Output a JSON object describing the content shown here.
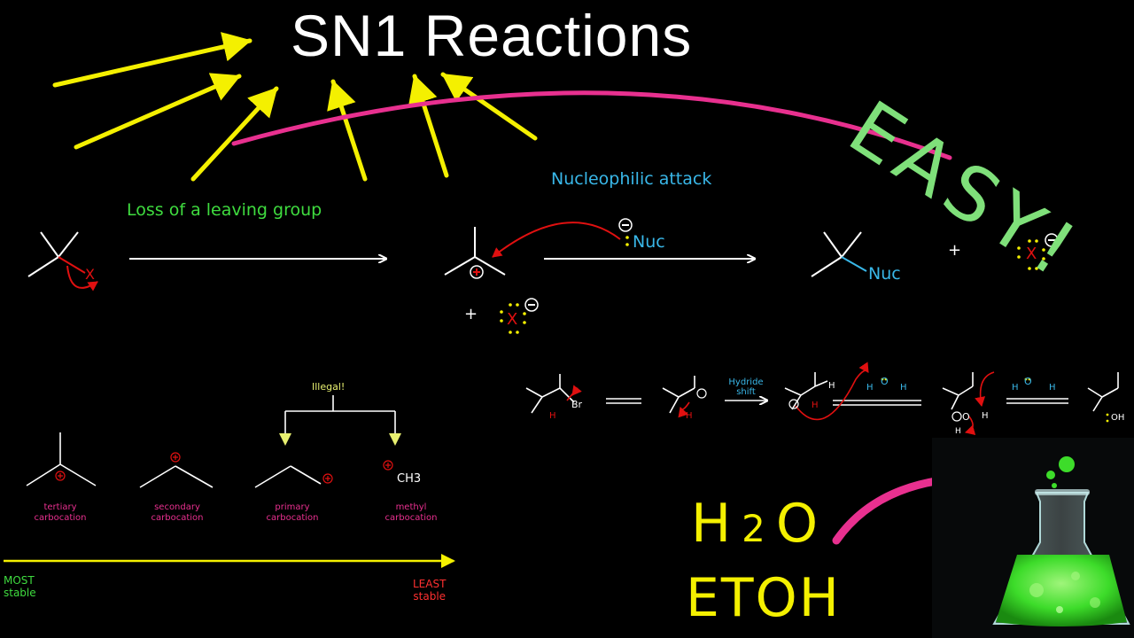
{
  "title": "SN1 Reactions",
  "easy_label": "EASY!",
  "step_labels": {
    "loss": "Loss of a leaving group",
    "attack": "Nucleophilic attack"
  },
  "mechanism": {
    "leaving_group": "X",
    "nucleophile": "Nuc",
    "plus": "+",
    "charge_positive": "+",
    "charge_negative": "−"
  },
  "stability": {
    "illegal_label": "Illegal!",
    "methyl_formula": "CH3",
    "carbocations": [
      {
        "line1": "tertiary",
        "line2": "carbocation"
      },
      {
        "line1": "secondary",
        "line2": "carbocation"
      },
      {
        "line1": "primary",
        "line2": "carbocation"
      },
      {
        "line1": "methyl",
        "line2": "carbocation"
      }
    ],
    "most_stable": {
      "line1": "MOST",
      "line2": "stable"
    },
    "least_stable": {
      "line1": "LEAST",
      "line2": "stable"
    }
  },
  "hydride_shift": {
    "label_line1": "Hydride",
    "label_line2": "shift",
    "bromine": "Br",
    "hydrogen": "H",
    "oxygen": "O",
    "hydroxyl": "OH"
  },
  "solvents": {
    "water": "H2O",
    "water_main": "H",
    "water_sub": "2",
    "water_end": "O",
    "ethanol": "ETOH"
  },
  "colors": {
    "title": "#ffffff",
    "easy": "#7fe07a",
    "arrows_yellow": "#f4f000",
    "arc_pink": "#e8308f",
    "loss_label": "#3fdc3f",
    "attack_label": "#39b7e8",
    "red": "#e01010",
    "flask_liquid": "#3ddc2a"
  },
  "icons": [
    "flask-icon"
  ]
}
